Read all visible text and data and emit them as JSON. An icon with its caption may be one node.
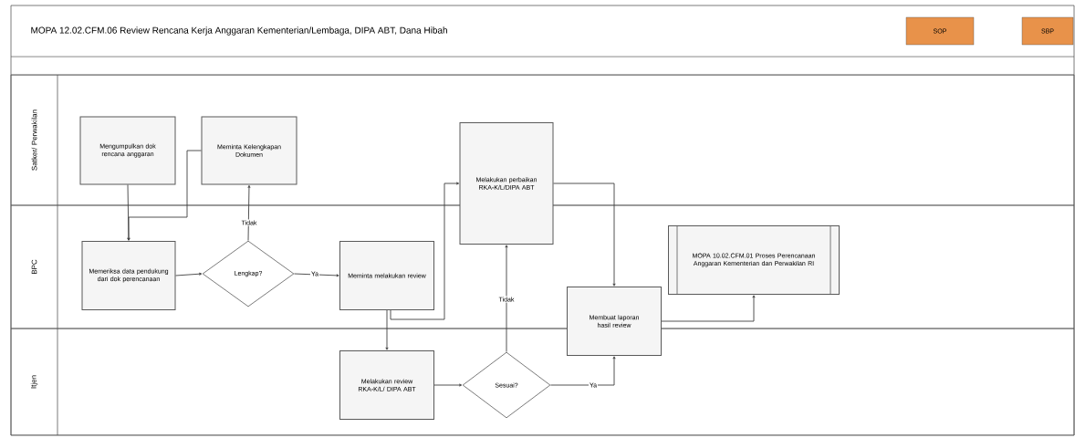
{
  "diagram": {
    "title": "MOPA 12.02.CFM.06 Review Rencana Kerja Anggaran Kementerian/Lembaga, DIPA ABT, Dana Hibah",
    "nodes": [
      {
        "text": [
          "SOP"
        ]
      },
      {
        "text": [
          "SBP"
        ]
      },
      {
        "text": [
          "Satker/ Perwakilan"
        ]
      },
      {
        "text": [
          "BPC"
        ]
      },
      {
        "text": [
          "Itjen"
        ]
      },
      {
        "text": [
          "Mengumpulkan dok rencana anggaran"
        ],
        "in": 2
      },
      {
        "text": [
          "Meminta Kelengkapan Dokumen"
        ],
        "in": 2
      },
      {
        "text": [
          "Memeriksa data pendukung dari dok perencanaan"
        ],
        "in": 3
      },
      {
        "text": [
          "Lengkap?"
        ],
        "in": 3
      },
      {
        "text": [
          "Meminta melakukan review"
        ],
        "in": 3
      },
      {
        "text": [
          "Melakukan perbaikan RKA-K/L/DIPA ABT"
        ]
      },
      {
        "text": [
          "Melakukan review RKA-K/L/ DIPA ABT"
        ],
        "in": 4
      },
      {
        "text": [
          "Sesuai?"
        ],
        "in": 4
      },
      {
        "text": [
          "Membuat laporan hasil review"
        ]
      },
      {
        "text": [
          "MOPA 10.02.CFM.01 Proses Perencanaan Anggaran Kementerian dan Perwakilan RI"
        ],
        "in": 3
      }
    ],
    "edges": [
      {
        "from": 5,
        "to": 7,
        "arrow": "to"
      },
      {
        "from": 6,
        "to": 7,
        "arrow": "to"
      },
      {
        "from": 7,
        "to": 8,
        "arrow": "to"
      },
      {
        "from": 8,
        "to": 6,
        "arrow": "to",
        "label": "Tidak"
      },
      {
        "from": 8,
        "to": 9,
        "arrow": "to",
        "label": "Ya"
      },
      {
        "from": 9,
        "to": 11,
        "arrow": "to"
      },
      {
        "from": 9,
        "to": 10,
        "arrow": "to"
      },
      {
        "from": 11,
        "to": 12,
        "arrow": "to"
      },
      {
        "from": 12,
        "to": 10,
        "arrow": "to",
        "label": "Tidak"
      },
      {
        "from": 12,
        "to": 13,
        "arrow": "to",
        "label": "Ya"
      },
      {
        "from": 10,
        "to": 13,
        "arrow": "to"
      },
      {
        "from": 13,
        "to": 14,
        "arrow": "to"
      }
    ]
  }
}
